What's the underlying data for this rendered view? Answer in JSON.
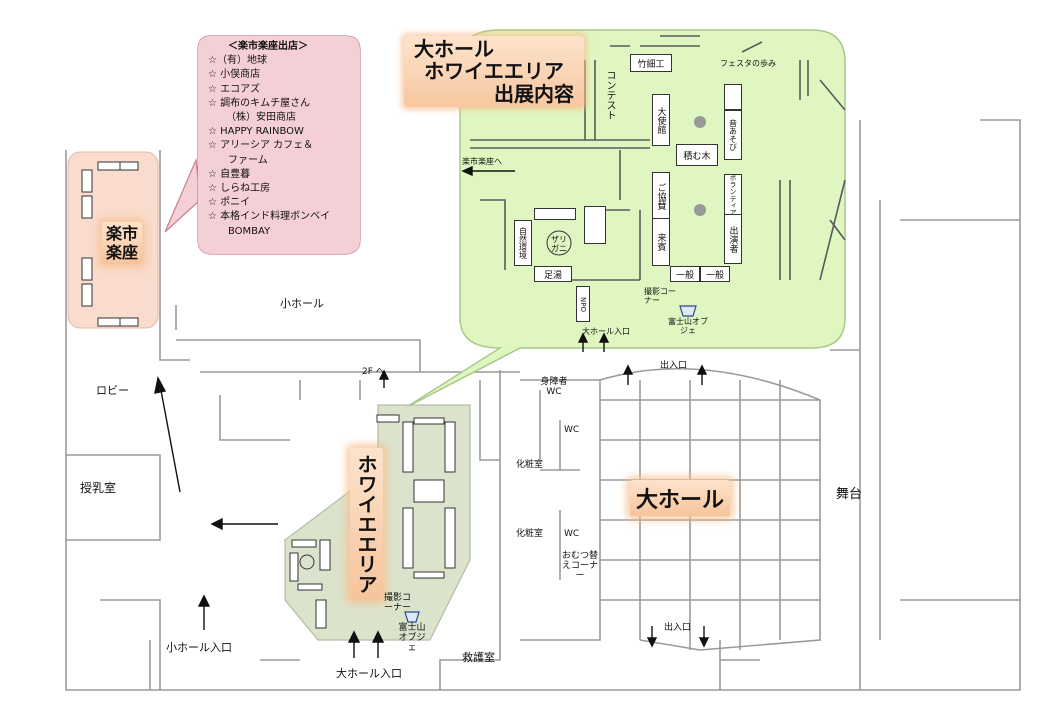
{
  "shop_list": {
    "title": "＜楽市楽座出店＞",
    "items": [
      "☆（有）地球",
      "☆ 小俣商店",
      "☆ エコアズ",
      "☆ 調布のキムチ屋さん",
      "（株）安田商店",
      "☆ HAPPY RAINBOW",
      "☆ アリーシア カフェ＆",
      "ファーム",
      "☆ 自豊暮",
      "☆ しらね工房",
      "☆ ポニイ",
      "☆ 本格インド料理ボンベイ",
      "BOMBAY"
    ]
  },
  "callout": {
    "title_line1": "大ホール",
    "title_line2": "ホワイエエリア",
    "title_line3": "出展内容"
  },
  "rakuichi": {
    "line1": "楽市",
    "line2": "楽座"
  },
  "foyer_label": "ホワイエエリア",
  "great_hall_label": "大ホール",
  "labels": {
    "small_hall": "小ホール",
    "lobby": "ロビー",
    "nursing_room": "授乳室",
    "stage": "舞台",
    "small_hall_entrance": "小ホール入口",
    "great_hall_entrance": "大ホール入口",
    "first_aid": "救護室",
    "second_floor": "2F へ",
    "exit_top": "出入口",
    "exit_bottom": "出入口",
    "accessible_wc": "身障者 WC",
    "wc1": "WC",
    "wc2": "WC",
    "powder1": "化粧室",
    "powder2": "化粧室",
    "diaper": "おむつ替えコーナー",
    "photo_corner": "撮影コーナー",
    "fuji_object": "富士山オブジェ"
  },
  "callout_labels": {
    "contest": "コンテスト",
    "bamboo": "竹細工",
    "festa": "フェスタの歩み",
    "ambassador": "大使館",
    "play": "音あそび",
    "wood": "積む木",
    "cooperation": "ご協賛",
    "guests": "来賓",
    "volunteer": "ボランティア",
    "performers": "出演者",
    "general1": "一般",
    "general2": "一般",
    "to_rakuichi": "楽市楽座へ",
    "nature": "自然環境",
    "crayfish": "ザリガニ",
    "footbath": "足湯",
    "npo": "NPO",
    "photo_corner": "撮影コーナー",
    "fuji_object": "富士山オブジェ",
    "hall_entrance": "大ホール入口"
  }
}
